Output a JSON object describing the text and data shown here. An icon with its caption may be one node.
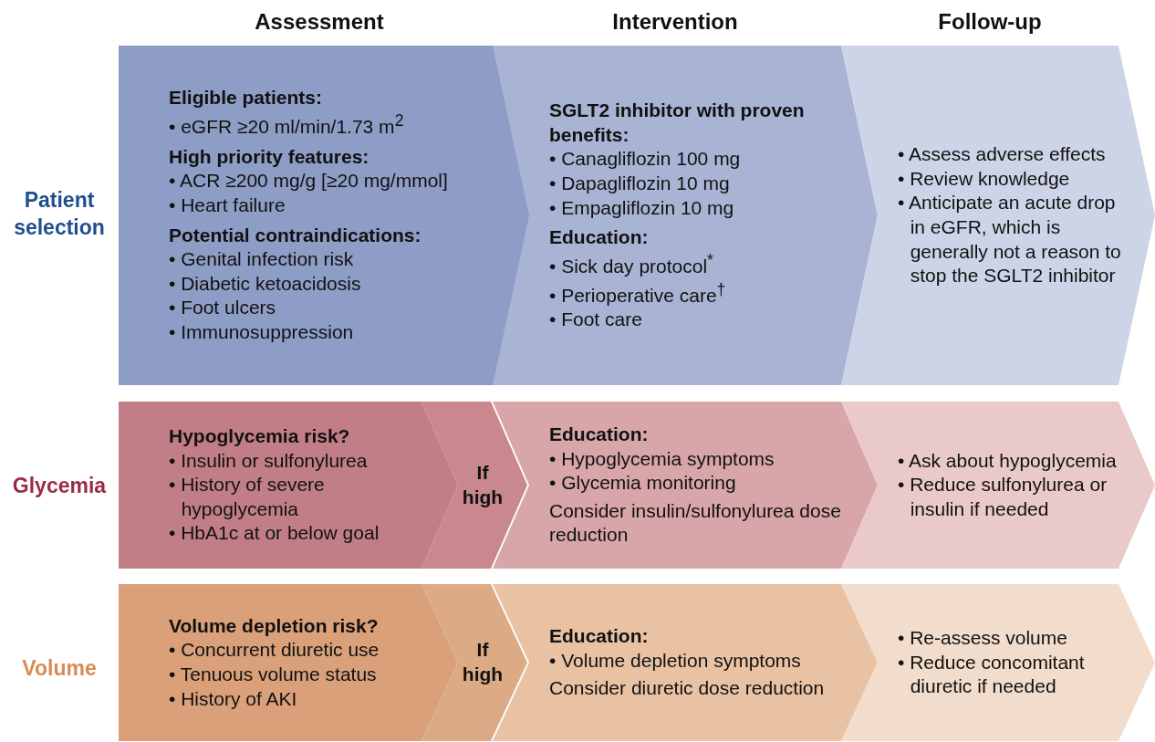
{
  "diagram": {
    "nodes": [
      {
        "text": [
          "Eligible patients:",
          "• eGFR ≥20 ml/min/1.73 m$^{2}$",
          "High priority features:",
          "• ACR ≥200 mg/g [≥20 mg/mmol]",
          "• Heart failure",
          "Potential contraindications:",
          "• Genital infection risk",
          "• Diabetic ketoacidosis",
          "• Foot ulcers",
          "• Immunosuppression"
        ]
      },
      {
        "text": [
          "SGLT2 inhibitor with proven benefits:",
          "• Canagliflozin 100 mg",
          "• Dapagliflozin 10 mg",
          "• Empagliflozin 10 mg",
          "Education:",
          "• Sick day protocol$^{*}$",
          "• Perioperative care$^{†}$",
          "• Foot care"
        ]
      },
      {
        "text": [
          "• Assess adverse effects",
          "• Review knowledge",
          "• Anticipate an acute drop in eGFR, which is generally not a reason to stop the SGLT2 inhibitor"
        ]
      },
      {
        "text": [
          "Hypoglycemia risk?",
          "• Insulin or sulfonylurea",
          "• History of severe hypoglycemia",
          "• HbA1c at or below goal"
        ]
      },
      {
        "text": [
          "If high"
        ]
      },
      {
        "text": [
          "Education:",
          "• Hypoglycemia symptoms",
          "• Glycemia monitoring",
          "Consider insulin/sulfonylurea dose reduction"
        ]
      },
      {
        "text": [
          "• Ask about hypoglycemia",
          "• Reduce sulfonylurea or insulin if needed"
        ]
      },
      {
        "text": [
          "Volume depletion risk?",
          "• Concurrent diuretic use",
          "• Tenuous volume status",
          "• History of AKI"
        ]
      },
      {
        "text": [
          "If high"
        ]
      },
      {
        "text": [
          "Education:",
          "• Volume depletion symptoms",
          "Consider diuretic dose reduction"
        ]
      },
      {
        "text": [
          "• Re-assess volume",
          "• Reduce concomitant diuretic if needed"
        ]
      }
    ],
    "labels": [
      "Assessment",
      "Intervention",
      "Follow-up",
      "Patient selection",
      "Glycemia",
      "Volume"
    ]
  }
}
